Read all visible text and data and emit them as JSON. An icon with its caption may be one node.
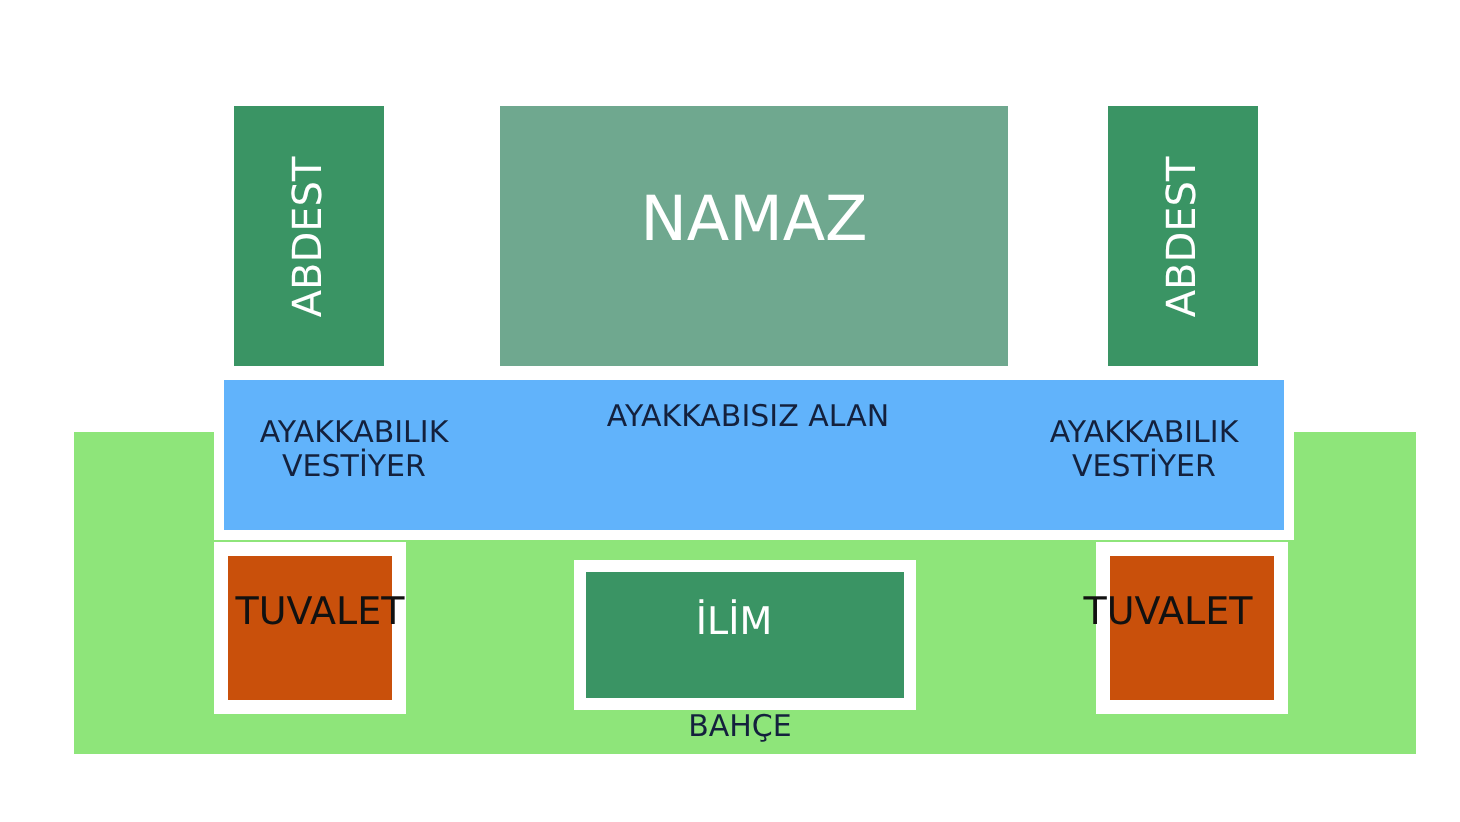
{
  "diagram": {
    "nodes": [
      {
        "text": [
          "ABDEST"
        ]
      },
      {
        "text": [
          "NAMAZ"
        ]
      },
      {
        "text": [
          "ABDEST"
        ]
      },
      {
        "text": [
          "AYAKKABILIK VESTİYER",
          "AYAKKABISIZ ALAN",
          "AYAKKABILIK VESTİYER"
        ]
      },
      {
        "text": [
          "BAHÇE"
        ]
      },
      {
        "text": [
          "TUVALET"
        ],
        "in": 4
      },
      {
        "text": [
          "İLİM"
        ],
        "in": 4
      },
      {
        "text": [
          "TUVALET"
        ],
        "in": 4
      }
    ]
  }
}
